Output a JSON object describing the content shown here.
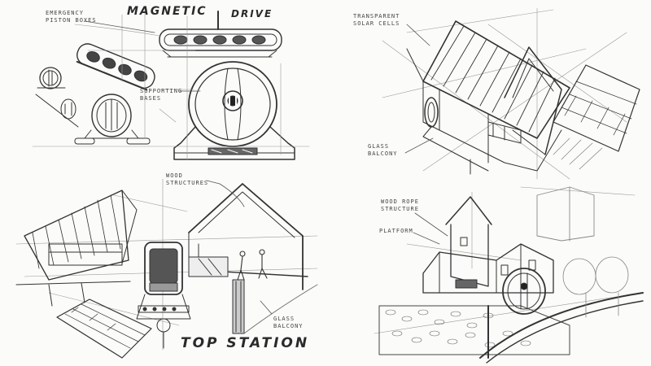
{
  "titles": {
    "magnetic": "MAGNETIC",
    "drive": "DRIVE",
    "top_station": "TOP STATION"
  },
  "labels": {
    "emergency_piston_boxes": "EMERGENCY\nPISTON BOXES",
    "supporting_bases": "SUPPORTING\nBASES",
    "transparent_solar_cells": "TRANSPARENT\nSOLAR CELLS",
    "glass_balcony_right": "GLASS\nBALCONY",
    "wood_structures": "WOOD\nSTRUCTURES",
    "wood_rope_structure": "WOOD ROPE\nSTRUCTURE",
    "platform": "PLATFORM",
    "glass_balcony_bottom": "GLASS\nBALCONY"
  }
}
